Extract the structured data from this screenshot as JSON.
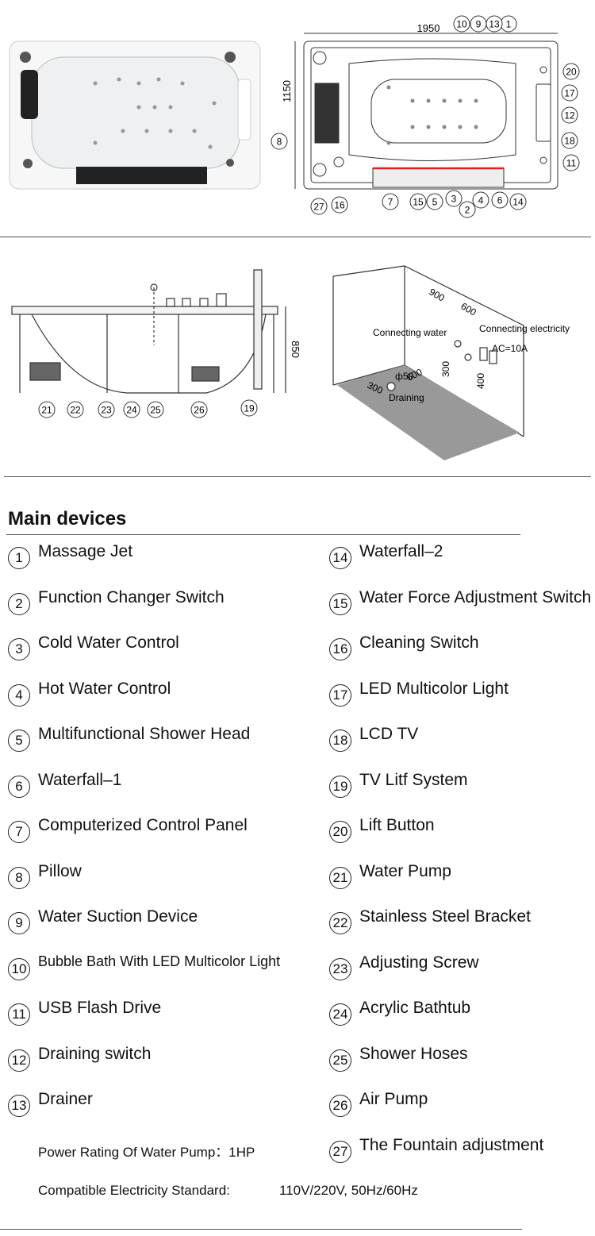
{
  "top_view": {
    "dim_width": "1950",
    "dim_height": "1150",
    "callouts": [
      "1",
      "2",
      "3",
      "4",
      "5",
      "6",
      "7",
      "8",
      "9",
      "10",
      "11",
      "12",
      "13",
      "14",
      "15",
      "16",
      "17",
      "18",
      "20",
      "27"
    ]
  },
  "side_view": {
    "dim_height": "850",
    "callouts": [
      "19",
      "21",
      "22",
      "23",
      "24",
      "25",
      "26"
    ]
  },
  "install": {
    "dim_a": "900",
    "dim_b": "600",
    "dim_c": "300",
    "dim_d": "400",
    "dim_e": "300",
    "dim_f": "600",
    "drain_size": "ф50",
    "label_water": "Connecting water",
    "label_elec": "Connecting electricity",
    "label_ac": "AC=10A",
    "label_drain": "Draining"
  },
  "heading": "Main devices",
  "devices_left": [
    {
      "num": "1",
      "label": "Massage Jet"
    },
    {
      "num": "2",
      "label": "Function Changer Switch"
    },
    {
      "num": "3",
      "label": "Cold Water Control"
    },
    {
      "num": "4",
      "label": "Hot Water Control"
    },
    {
      "num": "5",
      "label": "Multifunctional Shower Head"
    },
    {
      "num": "6",
      "label": "Waterfall–1"
    },
    {
      "num": "7",
      "label": "Computerized Control Panel"
    },
    {
      "num": "8",
      "label": "Pillow"
    },
    {
      "num": "9",
      "label": "Water Suction Device"
    },
    {
      "num": "10",
      "label": "Bubble Bath With LED Multicolor Light"
    },
    {
      "num": "11",
      "label": "USB Flash Drive"
    },
    {
      "num": "12",
      "label": "Draining switch"
    },
    {
      "num": "13",
      "label": "Drainer"
    }
  ],
  "devices_right": [
    {
      "num": "14",
      "label": "Waterfall–2"
    },
    {
      "num": "15",
      "label": "Water Force Adjustment Switch"
    },
    {
      "num": "16",
      "label": "Cleaning Switch"
    },
    {
      "num": "17",
      "label": "LED Multicolor Light"
    },
    {
      "num": "18",
      "label": "LCD  TV"
    },
    {
      "num": "19",
      "label": "TV Litf System"
    },
    {
      "num": "20",
      "label": "Lift Button"
    },
    {
      "num": "21",
      "label": "Water Pump"
    },
    {
      "num": "22",
      "label": "Stainless Steel Bracket"
    },
    {
      "num": "23",
      "label": "Adjusting Screw"
    },
    {
      "num": "24",
      "label": "Acrylic Bathtub"
    },
    {
      "num": "25",
      "label": "Shower Hoses"
    },
    {
      "num": "26",
      "label": "Air Pump"
    },
    {
      "num": "27",
      "label": "The Fountain adjustment"
    }
  ],
  "specs": {
    "power_label": "Power Rating Of Water Pump：1HP",
    "elec_label": "Compatible Electricity Standard:",
    "elec_value": "110V/220V, 50Hz/60Hz"
  },
  "colors": {
    "line": "#333333",
    "tub": "#f4f4f4",
    "drain_bar": "#e02020",
    "floor": "#999999"
  }
}
